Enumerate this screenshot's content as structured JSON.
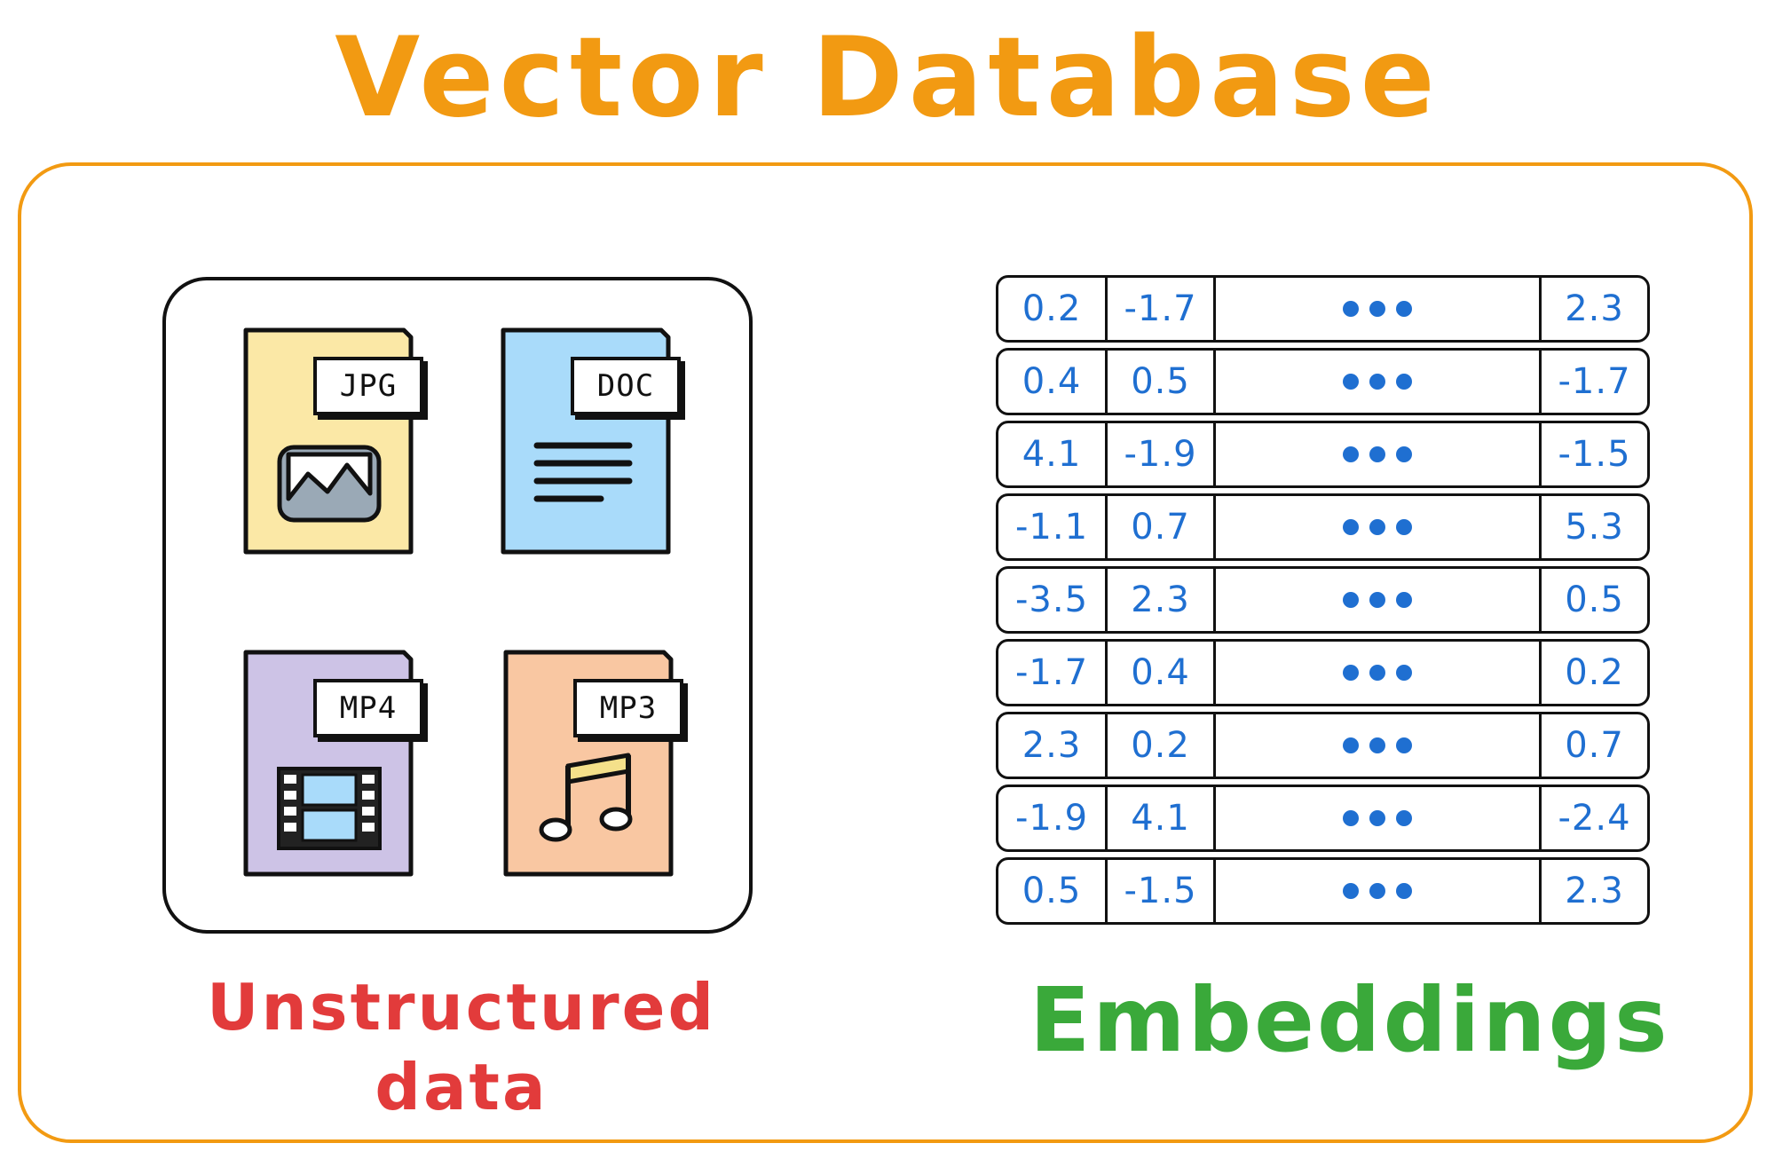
{
  "title": "Vector Database",
  "unstructured": {
    "label": "Unstructured data",
    "files": [
      {
        "tag": "JPG",
        "icon": "image-icon",
        "fill": "#fbe8a6"
      },
      {
        "tag": "DOC",
        "icon": "document-lines-icon",
        "fill": "#a9dbfa"
      },
      {
        "tag": "MP4",
        "icon": "film-strip-icon",
        "fill": "#cdc3e6"
      },
      {
        "tag": "MP3",
        "icon": "music-note-icon",
        "fill": "#f9c7a2"
      }
    ]
  },
  "embeddings": {
    "label": "Embeddings",
    "rows": [
      [
        "0.2",
        "-1.7",
        "2.3"
      ],
      [
        "0.4",
        "0.5",
        "-1.7"
      ],
      [
        "4.1",
        "-1.9",
        "-1.5"
      ],
      [
        "-1.1",
        "0.7",
        "5.3"
      ],
      [
        "-3.5",
        "2.3",
        "0.5"
      ],
      [
        "-1.7",
        "0.4",
        "0.2"
      ],
      [
        "2.3",
        "0.2",
        "0.7"
      ],
      [
        "-1.9",
        "4.1",
        "-2.4"
      ],
      [
        "0.5",
        "-1.5",
        "2.3"
      ]
    ]
  },
  "colors": {
    "title": "#f29a12",
    "frame": "#f29a12",
    "unstructured_label": "#e23b3b",
    "embeddings_label": "#3aa93a",
    "numbers": "#1f6fd1"
  }
}
